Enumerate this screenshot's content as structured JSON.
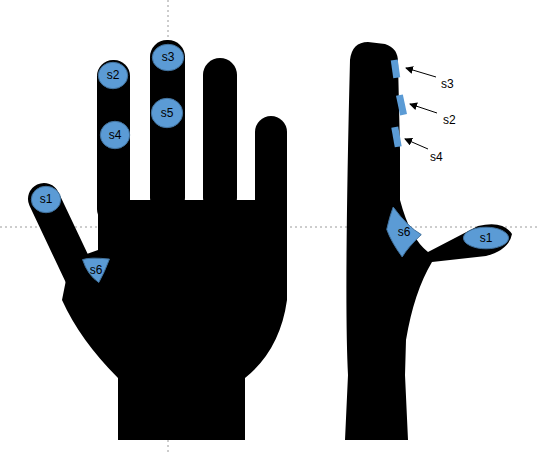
{
  "diagram": {
    "nodes": [
      {
        "text": [
          "s3"
        ]
      },
      {
        "text": [
          "s2"
        ]
      },
      {
        "text": [
          "s5"
        ]
      },
      {
        "text": [
          "s4"
        ]
      },
      {
        "text": [
          "s1"
        ]
      },
      {
        "text": [
          "s6"
        ]
      },
      {
        "text": [
          "s6"
        ]
      },
      {
        "text": [
          "s1"
        ]
      }
    ],
    "labels": [
      "s3",
      "s2",
      "s4"
    ]
  }
}
